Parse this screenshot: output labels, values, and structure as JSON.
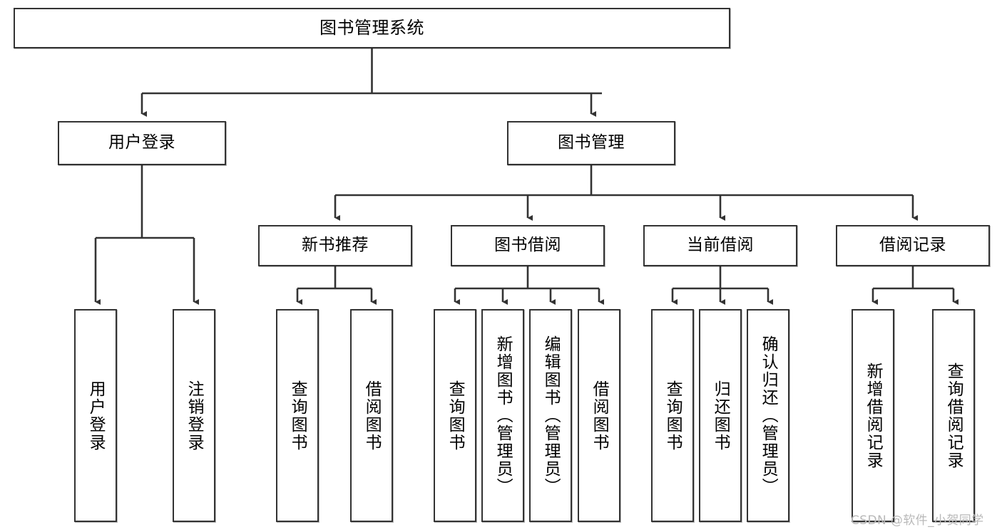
{
  "diagram": {
    "type": "tree-hierarchy",
    "title": "图书管理系统",
    "watermark": "CSDN @软件_小贺同学",
    "colors": {
      "box_border": "#333333",
      "box_fill": "#ffffff",
      "connector": "#333333",
      "text": "#000000",
      "watermark": "#b9b9b9",
      "page_background": "#ffffff"
    },
    "nodes": {
      "root": {
        "label": "图书管理系统"
      },
      "level2": [
        {
          "id": "user-login",
          "label": "用户登录"
        },
        {
          "id": "book-manage",
          "label": "图书管理"
        }
      ],
      "level3": [
        {
          "id": "new-book-recommend",
          "label": "新书推荐"
        },
        {
          "id": "book-borrow",
          "label": "图书借阅"
        },
        {
          "id": "current-borrow",
          "label": "当前借阅"
        },
        {
          "id": "borrow-record",
          "label": "借阅记录"
        }
      ],
      "leaves": {
        "user-login": [
          {
            "id": "leaf-user-login",
            "label": "用户登录"
          },
          {
            "id": "leaf-logout",
            "label": "注销登录"
          }
        ],
        "new-book-recommend": [
          {
            "id": "leaf-query-book-1",
            "label": "查询图书"
          },
          {
            "id": "leaf-borrow-book-1",
            "label": "借阅图书"
          }
        ],
        "book-borrow": [
          {
            "id": "leaf-query-book-2",
            "label": "查询图书"
          },
          {
            "id": "leaf-add-book",
            "label": "新增图书（管理员）"
          },
          {
            "id": "leaf-edit-book",
            "label": "编辑图书（管理员）"
          },
          {
            "id": "leaf-borrow-book-2",
            "label": "借阅图书"
          }
        ],
        "current-borrow": [
          {
            "id": "leaf-query-book-3",
            "label": "查询图书"
          },
          {
            "id": "leaf-return-book",
            "label": "归还图书"
          },
          {
            "id": "leaf-confirm-return",
            "label": "确认归还（管理员）"
          }
        ],
        "borrow-record": [
          {
            "id": "leaf-add-record",
            "label": "新增借阅记录"
          },
          {
            "id": "leaf-query-record",
            "label": "查询借阅记录"
          }
        ]
      }
    }
  }
}
